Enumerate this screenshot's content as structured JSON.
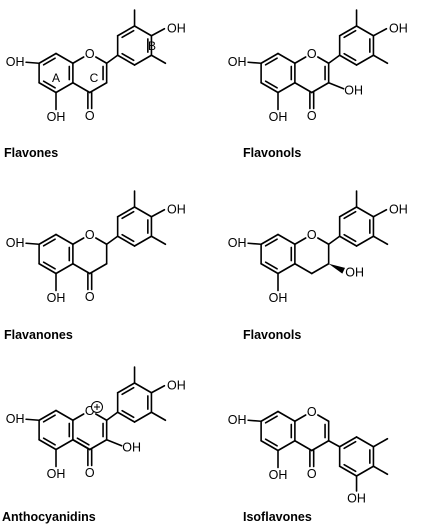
{
  "molecules": [
    {
      "key": "flavones",
      "name": "Flavones",
      "ring_labels": [
        "A",
        "C",
        "B"
      ]
    },
    {
      "key": "flavonols",
      "name": "Flavonols"
    },
    {
      "key": "flavanones",
      "name": "Flavanones"
    },
    {
      "key": "flavanols",
      "name": "Flavonols"
    },
    {
      "key": "anthocyanidins",
      "name": "Anthocyanidins"
    },
    {
      "key": "isoflavones",
      "name": "Isoflavones"
    }
  ],
  "atoms": {
    "hydroxyl": "OH",
    "oxygen": "O"
  }
}
